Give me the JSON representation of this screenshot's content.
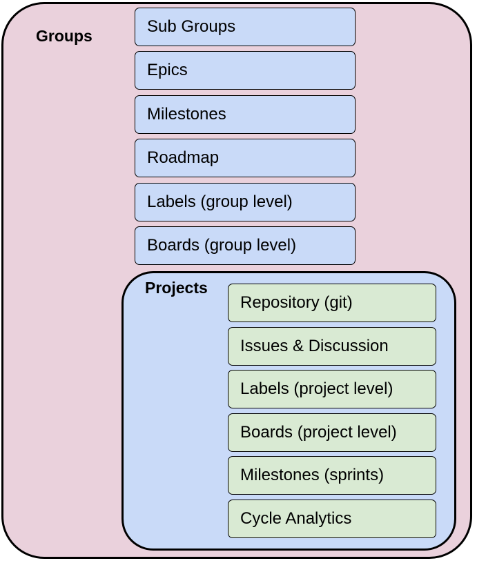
{
  "groups": {
    "title": "Groups",
    "features": [
      "Sub Groups",
      "Epics",
      "Milestones",
      "Roadmap",
      "Labels (group level)",
      "Boards (group level)"
    ]
  },
  "projects": {
    "title": "Projects",
    "features": [
      "Repository (git)",
      "Issues & Discussion",
      "Labels (project level)",
      "Boards (project level)",
      "Milestones (sprints)",
      "Cycle Analytics"
    ]
  },
  "colors": {
    "groups_fill": "#ead1dc",
    "projects_fill": "#c9daf8",
    "group_feature_fill": "#c9daf8",
    "project_feature_fill": "#d9ead3",
    "outline": "#000000"
  }
}
